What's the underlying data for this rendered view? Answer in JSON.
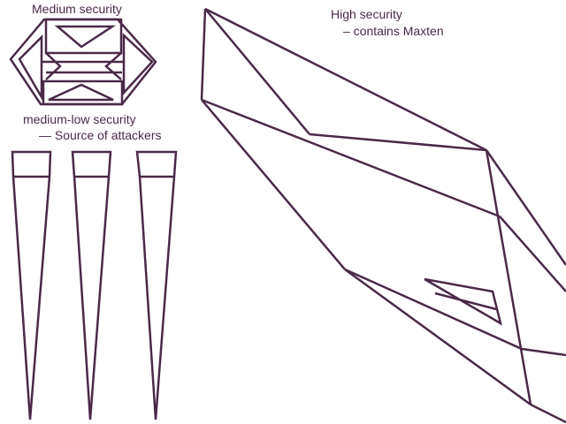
{
  "labels": {
    "medium": "Medium security",
    "medium_low": "medium-low security",
    "medium_low_sub": "— Source of attackers",
    "high": "High security",
    "high_sub": "– contains Maxten"
  },
  "colors": {
    "line": "#4a2a48"
  }
}
